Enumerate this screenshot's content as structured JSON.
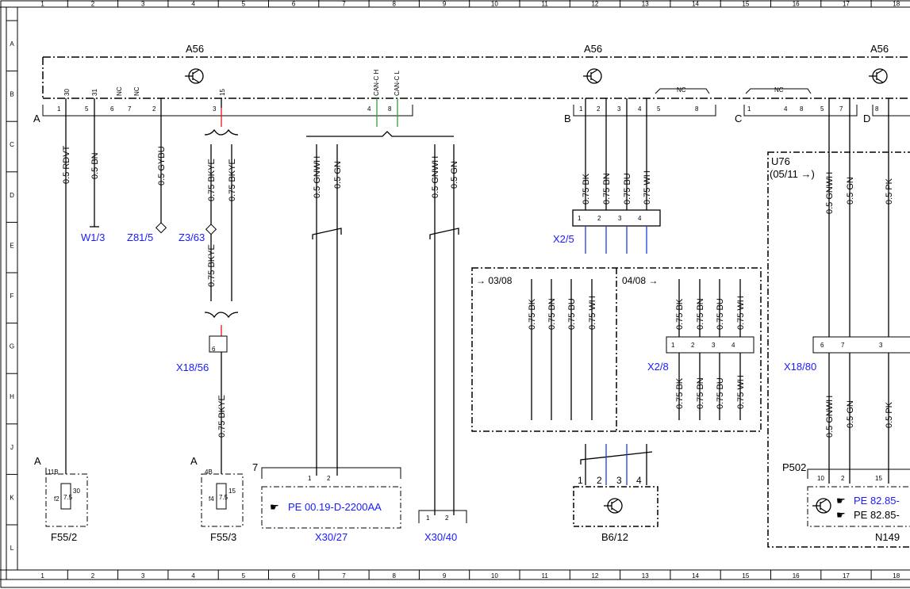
{
  "grid": {
    "columns": [
      "1",
      "2",
      "3",
      "4",
      "5",
      "6",
      "7",
      "8",
      "9",
      "10",
      "11",
      "12",
      "13",
      "14",
      "15",
      "16",
      "17",
      "18"
    ],
    "rows": [
      "A",
      "B",
      "C",
      "D",
      "E",
      "F",
      "G",
      "H",
      "J",
      "K",
      "L"
    ]
  },
  "components": {
    "a56_left": "A56",
    "a56_mid": "A56",
    "a56_right": "A56",
    "u76": "U76",
    "u76_date": "(05/11 →)",
    "conn_a": "A",
    "conn_b": "B",
    "conn_c": "C",
    "conn_d": "D",
    "f55_2": "F55/2",
    "f55_3": "F55/3",
    "x30_27": "X30/27",
    "x30_40": "X30/40",
    "b6_12": "B6/12",
    "n149": "N149",
    "p502": "P502",
    "pe_x30_27": "PE 00.19-D-2200AA",
    "pe_n149_1": "PE 82.85-",
    "pe_n149_2": "PE 82.85-",
    "w1_3": "W1/3",
    "z81_5": "Z81/5",
    "z3_63": "Z3/63",
    "x18_56": "X18/56",
    "x2_5": "X2/5",
    "x2_8": "X2/8",
    "x18_80": "X18/80",
    "date_0308": "→ 03/08",
    "date_0408": "04/08  →",
    "f55_2_a": "A",
    "f55_3_a": "A",
    "x30_27_pin7": "7"
  },
  "wires": {
    "w_rdvt": "0.5 RDVT",
    "w_bn": "0.5 BN",
    "w_gybu": "0.5 GYBU",
    "w_bkye1": "0.75 BKYE",
    "w_bkye2": "0.75 BKYE",
    "w_bkye3": "0.75 BKYE",
    "w_bkye4": "0.75 BKYE",
    "w_gnwh1": "0.5 GNWH",
    "w_gn1": "0.5 GN",
    "w_gnwh2": "0.5 GNWH",
    "w_gn2": "0.5 GN",
    "b_bk": "0.75 BK",
    "b_bn": "0.75 BN",
    "b_bu": "0.75 BU",
    "b_wh": "0.75 WH",
    "l_bk": "0.75 BK",
    "l_bn": "0.75 BN",
    "l_bu": "0.75 BU",
    "l_wh": "0.75 WH",
    "r_bk": "0.75 BK",
    "r_bn": "0.75 BN",
    "r_bu": "0.75 BU",
    "r_wh": "0.75 WH",
    "r2_bk": "0.75 BK",
    "r2_bn": "0.75 BN",
    "r2_bu": "0.75 BU",
    "r2_wh": "0.75 WH",
    "d_gnwh": "0.5 GNWH",
    "d_gn": "0.5 GN",
    "d_pk": "0.5 PK",
    "d2_gnwh": "0.5 GNWH",
    "d2_gn": "0.5 GN",
    "d2_pk": "0.5 PK"
  },
  "pins": {
    "a_top": [
      "30",
      "31",
      "NC",
      "NC",
      "15",
      "CAN-C H",
      "CAN-C L"
    ],
    "a_bottom": [
      "1",
      "5",
      "6",
      "7",
      "2",
      "3",
      "4",
      "8"
    ],
    "b_pins": [
      "1",
      "2",
      "3",
      "4",
      "5",
      "8"
    ],
    "c_pins": [
      "1",
      "4",
      "8",
      "5",
      "7"
    ],
    "d_pins": [
      "8"
    ],
    "nc": "NC",
    "x25_pins": [
      "1",
      "2",
      "3",
      "4"
    ],
    "x28_pins": [
      "1",
      "2",
      "3",
      "4"
    ],
    "b612_pins": [
      "1",
      "2",
      "3",
      "4"
    ],
    "x30_27_pins": [
      "1",
      "2"
    ],
    "x30_40_pins": [
      "1",
      "2"
    ],
    "x18_56_pin": "6",
    "x18_80_pins": [
      "6",
      "7",
      "3"
    ],
    "p502_pins": [
      "10",
      "2",
      "15"
    ],
    "f55_2_pins": [
      "11B",
      "30",
      "f2",
      "7.5"
    ],
    "f55_3_pins": [
      "4B",
      "15",
      "f4",
      "7.5"
    ]
  },
  "colors": {
    "line": "#000000",
    "accent_blue": "#1a1aff",
    "wire_red": "#e01818",
    "wire_green": "#3c9a3c",
    "wire_blue": "#1d3fd8"
  }
}
